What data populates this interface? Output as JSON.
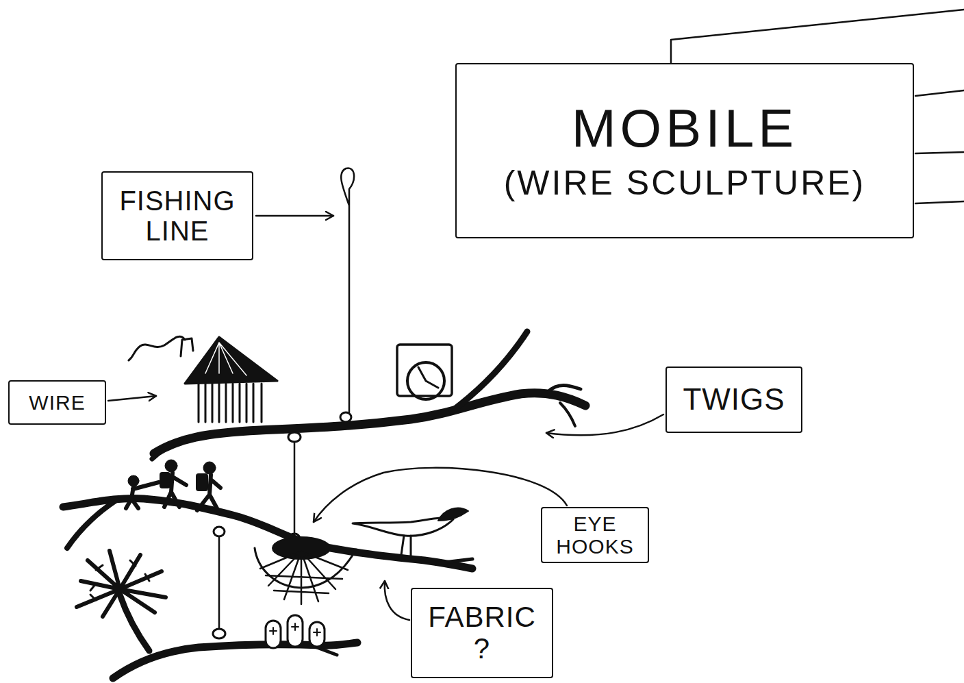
{
  "diagram": {
    "nodes": [
      {
        "text": [
          "MOBILE",
          "(WIRE SCULPTURE)"
        ]
      },
      {
        "text": [
          "FISHING LINE"
        ]
      },
      {
        "text": [
          "WIRE"
        ]
      },
      {
        "text": [
          "TWIGS"
        ]
      },
      {
        "text": [
          "EYE HOOKS"
        ]
      },
      {
        "text": [
          "FABRIC ?"
        ]
      }
    ]
  }
}
